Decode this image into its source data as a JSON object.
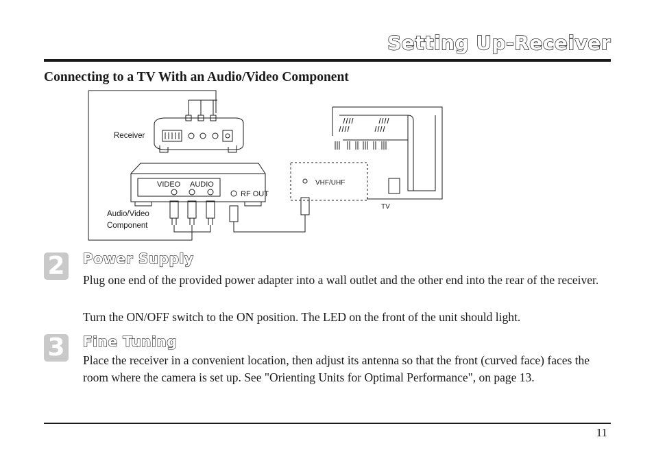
{
  "header": {
    "title": "Setting Up-Receiver"
  },
  "section": {
    "heading": "Connecting to a TV With an Audio/Video Component"
  },
  "diagram": {
    "receiver_label": "Receiver",
    "av_label_line1": "Audio/Video",
    "av_label_line2": "Component",
    "video_label": "VIDEO",
    "audio_label": "AUDIO",
    "rf_out_label": "RF OUT",
    "vhf_uhf_label": "VHF/UHF",
    "tv_label": "TV"
  },
  "steps": [
    {
      "number": "2",
      "title": "Power Supply",
      "paragraphs": [
        "Plug one end of the provided power adapter into a wall outlet and the other end into the rear of the receiver.",
        "Turn the ON/OFF switch to the ON position. The LED on the front of the unit should light."
      ]
    },
    {
      "number": "3",
      "title": "Fine Tuning",
      "paragraphs": [
        "Place the receiver in a convenient location, then adjust its antenna so that the front (curved face) faces the room where the camera is set up.  See  \"Orienting Units for Optimal Performance\", on page 13."
      ]
    }
  ],
  "footer": {
    "page_number": "11"
  }
}
